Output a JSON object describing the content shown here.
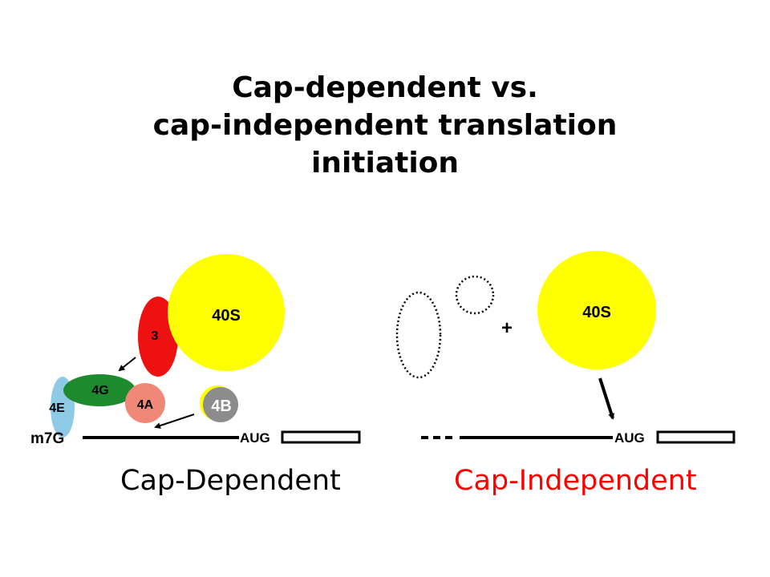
{
  "title": {
    "line1": "Cap-dependent vs.",
    "line2": "cap-independent translation",
    "line3": "initiation"
  },
  "left_panel": {
    "caption": "Cap-Dependent",
    "ribosome_label": "40S",
    "factor_3_label": "3",
    "factor_4g_label": "4G",
    "factor_4e_label": "4E",
    "factor_4a_label": "4A",
    "factor_4b_label": "4B",
    "cap_label": "m7G",
    "start_codon_label": "AUG"
  },
  "right_panel": {
    "caption": "Cap-Independent",
    "plus_sign": "+",
    "ribosome_label": "40S",
    "start_codon_label": "AUG"
  },
  "colors": {
    "ribosome": "#ffff00",
    "factor_3": "#ee1111",
    "factor_4g": "#1e8a2e",
    "factor_4e": "#8ecae6",
    "factor_4a": "#f08878",
    "factor_4b": "#8c8c8c",
    "caption_independent": "#ff0000"
  }
}
